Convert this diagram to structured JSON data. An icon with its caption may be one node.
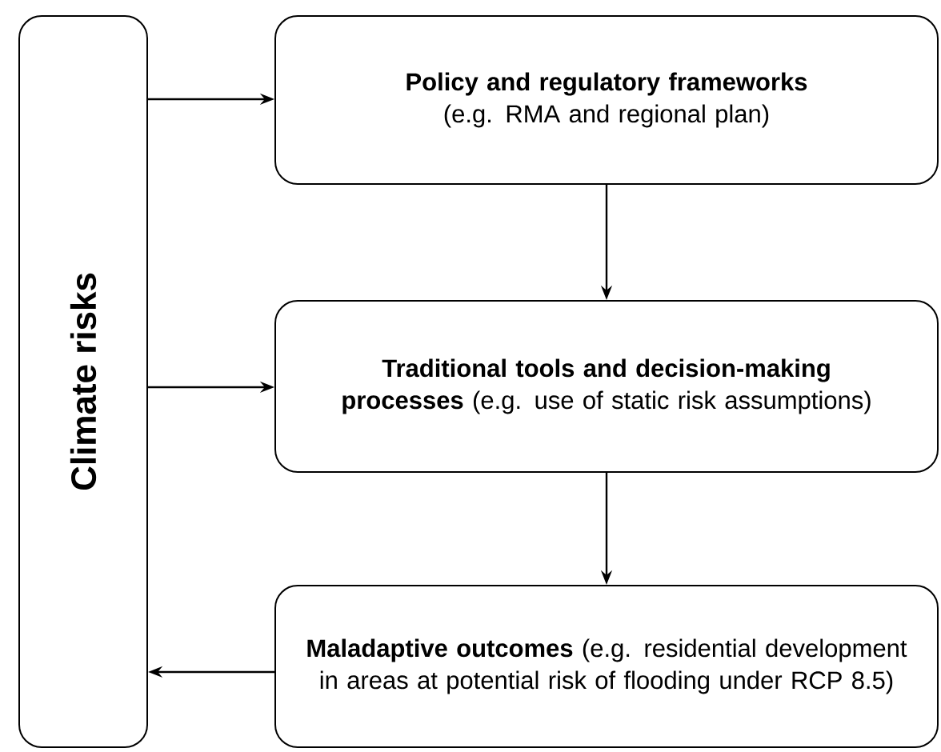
{
  "diagram": {
    "nodes": [
      {
        "text": [
          "Climate risks"
        ]
      },
      {
        "text": [
          "**Policy and regulatory frameworks** (e.g. RMA and regional plan)"
        ]
      },
      {
        "text": [
          "**Traditional tools and decision-making processes** (e.g. use of static risk assumptions)"
        ]
      },
      {
        "text": [
          "**Maladaptive outcomes** (e.g. residential development in areas at potential risk of flooding under RCP 8.5)"
        ]
      }
    ],
    "edges": [
      {
        "from": 0,
        "to": 1,
        "arrow": "to"
      },
      {
        "from": 1,
        "to": 2,
        "arrow": "to"
      },
      {
        "from": 0,
        "to": 2,
        "arrow": "to"
      },
      {
        "from": 2,
        "to": 3,
        "arrow": "to"
      },
      {
        "from": 3,
        "to": 0,
        "arrow": "to"
      }
    ]
  }
}
